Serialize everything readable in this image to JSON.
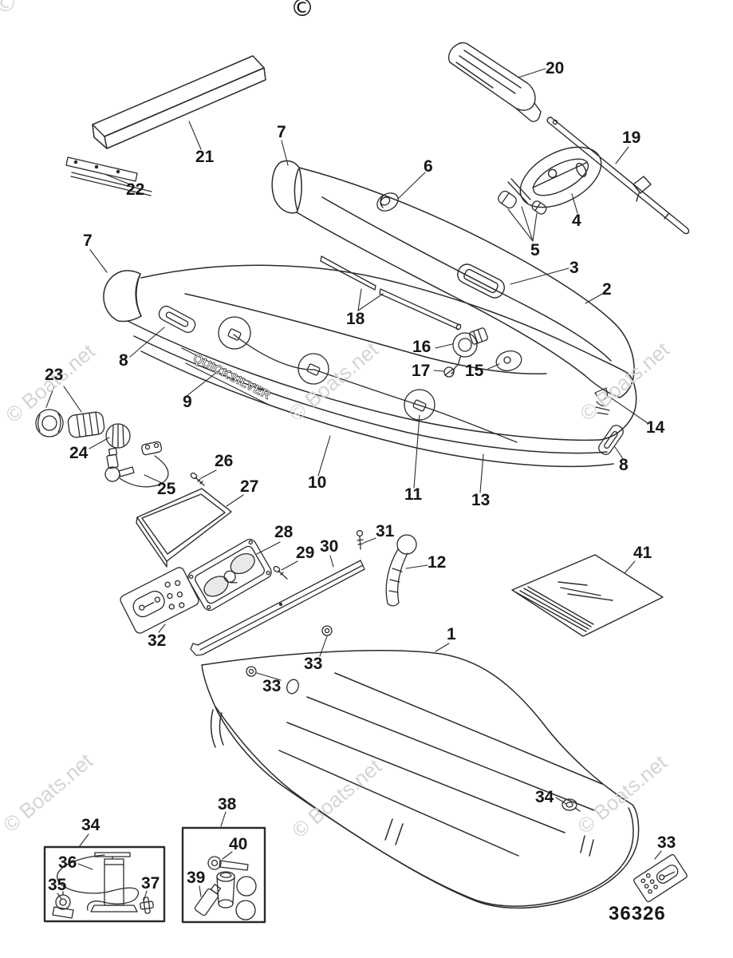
{
  "diagram": {
    "drawing_number": "36326",
    "boat_brand_text": "QUICKSILVER",
    "watermark_text": "© Boats.net",
    "copyright_symbol": "©",
    "line_color": "#2b2b2b",
    "watermark_color": "#d4d4d4",
    "background_color": "#ffffff"
  },
  "callouts": [
    {
      "label": "20"
    },
    {
      "label": "19"
    },
    {
      "label": "21"
    },
    {
      "label": "22"
    },
    {
      "label": "7"
    },
    {
      "label": "6"
    },
    {
      "label": "4"
    },
    {
      "label": "5"
    },
    {
      "label": "3"
    },
    {
      "label": "2"
    },
    {
      "label": "7"
    },
    {
      "label": "8"
    },
    {
      "label": "9"
    },
    {
      "label": "18"
    },
    {
      "label": "16"
    },
    {
      "label": "17"
    },
    {
      "label": "15"
    },
    {
      "label": "14"
    },
    {
      "label": "8"
    },
    {
      "label": "13"
    },
    {
      "label": "10"
    },
    {
      "label": "11"
    },
    {
      "label": "23"
    },
    {
      "label": "24"
    },
    {
      "label": "25"
    },
    {
      "label": "26"
    },
    {
      "label": "27"
    },
    {
      "label": "28"
    },
    {
      "label": "29"
    },
    {
      "label": "30"
    },
    {
      "label": "31"
    },
    {
      "label": "12"
    },
    {
      "label": "32"
    },
    {
      "label": "41"
    },
    {
      "label": "1"
    },
    {
      "label": "33"
    },
    {
      "label": "33"
    },
    {
      "label": "34"
    },
    {
      "label": "33"
    },
    {
      "label": "34"
    },
    {
      "label": "36"
    },
    {
      "label": "35"
    },
    {
      "label": "37"
    },
    {
      "label": "38"
    },
    {
      "label": "40"
    },
    {
      "label": "39"
    }
  ]
}
